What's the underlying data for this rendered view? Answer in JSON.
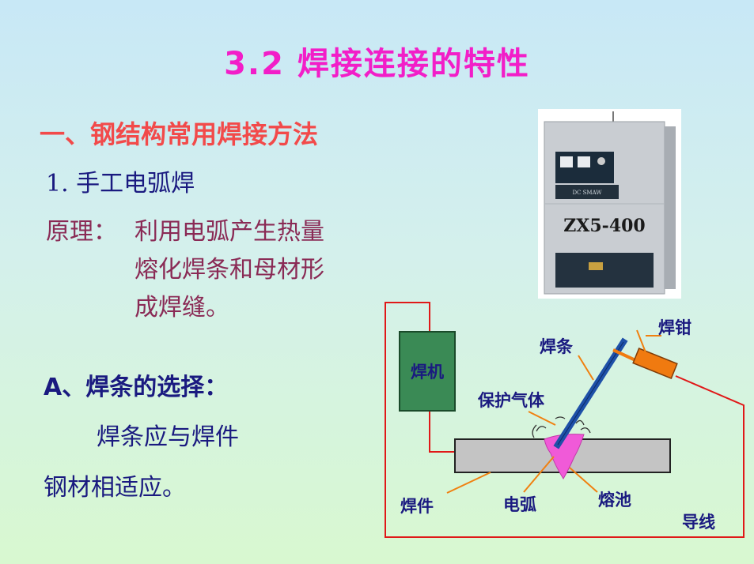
{
  "slide": {
    "title": "3.2 焊接连接的特性",
    "section_heading": "一、钢结构常用焊接方法",
    "method_title": "1. 手工电弧焊",
    "principle_label": "原理：",
    "principle_lines": [
      "利用电弧产生热量",
      "熔化焊条和母材形",
      "成焊缝。"
    ],
    "subheading": "A、焊条的选择：",
    "body_lines": [
      "焊条应与焊件",
      "钢材相适应。"
    ]
  },
  "machine_photo": {
    "model_label": "ZX5-400",
    "small_label": "DC SMAW"
  },
  "diagram": {
    "labels": {
      "welder": "焊机",
      "electrode": "焊条",
      "holder": "焊钳",
      "shielding_gas": "保护气体",
      "workpiece": "焊件",
      "arc": "电弧",
      "weld_pool": "熔池",
      "wire": "导线"
    }
  },
  "colors": {
    "title": "#f21ec8",
    "section": "#f24a4a",
    "body": "#1a1a80",
    "principle": "#8a2a55",
    "welder_box": "#3a8a55",
    "wire": "#e01818",
    "pointer": "#f08010",
    "electrode": "#1e50a8",
    "pool": "#f05ad8"
  }
}
